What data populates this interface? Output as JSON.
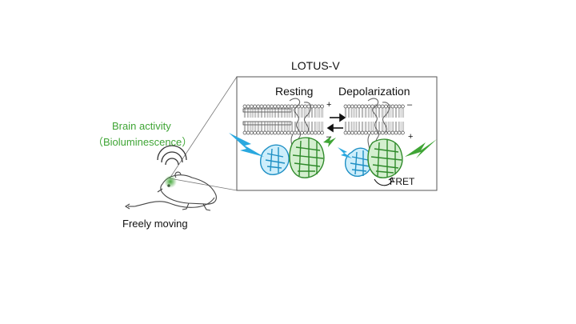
{
  "figure": {
    "title": "LOTUS-V",
    "left_state": "Resting",
    "right_state": "Depolarization",
    "fret_label": "FRET",
    "plus": "+",
    "minus": "–"
  },
  "mouse_side": {
    "brain_activity": "Brain activity",
    "bioluminescence": "（Bioluminescence）",
    "freely_moving": "Freely moving"
  },
  "colors": {
    "luciferase_blue": "#2aa8df",
    "fp_green": "#3fa535",
    "text": "#111111",
    "outline": "#555555"
  }
}
